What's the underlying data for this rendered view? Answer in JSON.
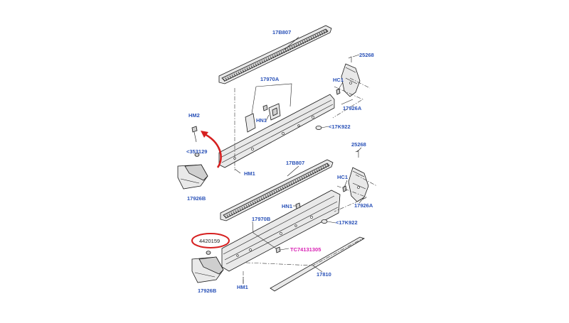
{
  "diagram": {
    "accent_blue": "#2a52b8",
    "accent_pink": "#d81fb3",
    "highlight_red": "#d62020",
    "labels": {
      "upper_scuff_plate": "17B807",
      "upper_retainer_right": "25268",
      "upper_clip_hc1": "HC1",
      "upper_bracket_right": "17926A",
      "upper_bracket_center": "17970A",
      "upper_nut_hn1": "HN1",
      "upper_plug": "<17K922",
      "upper_bolt_hm2": "HM2",
      "upper_fastener_left": "<353129",
      "upper_end_cap_left": "17926B",
      "upper_bolt_hm1": "HM1",
      "lower_scuff_plate": "17B807",
      "lower_retainer_right": "25268",
      "lower_clip_hc1": "HC1",
      "lower_bracket_right": "17926A",
      "lower_nut_hn1": "HN1",
      "lower_plug": "<17K922",
      "lower_bracket_center": "17970B",
      "circled_part_number": "4420159",
      "service_part_pink": "TC74131305",
      "lower_end_cap_left": "17926B",
      "lower_bolt_hm1": "HM1",
      "lower_trim_strip": "17810"
    }
  }
}
